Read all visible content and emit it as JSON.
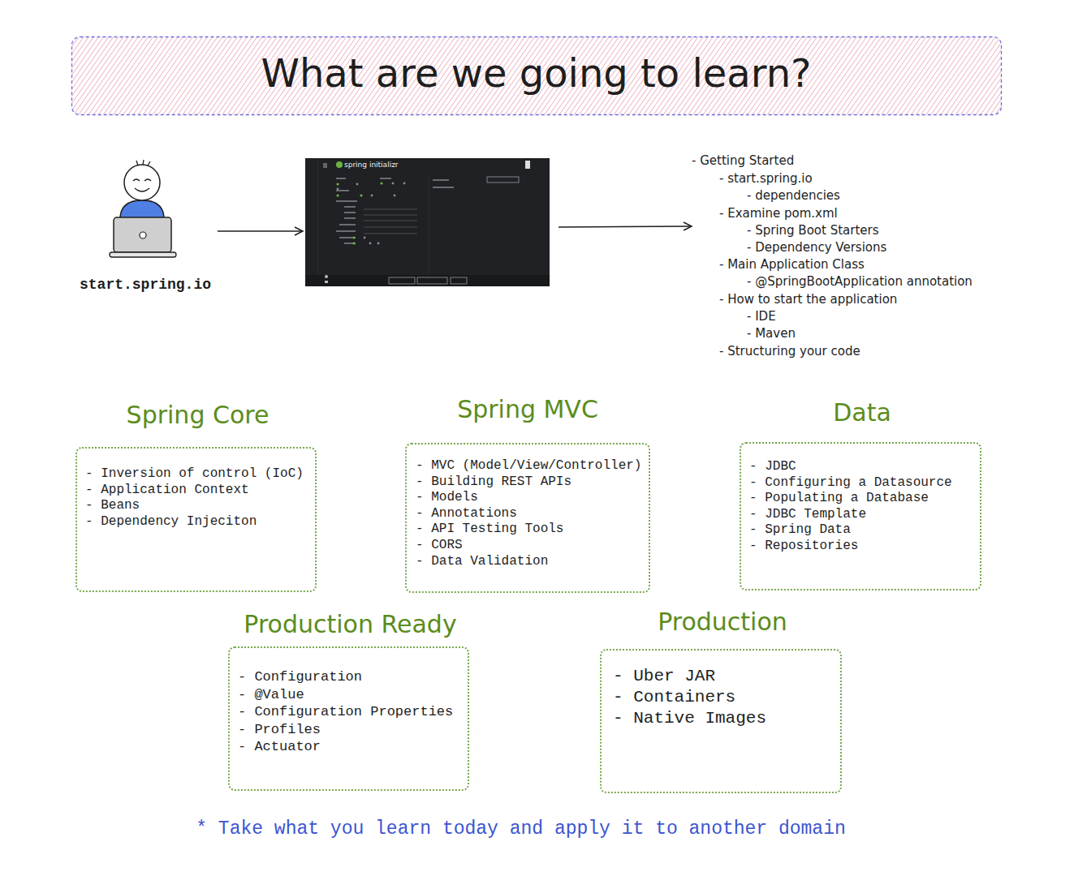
{
  "diagram": {
    "title": "What are we going to learn?",
    "caption": "* Take what you learn today and apply it to another domain",
    "nodes": [
      {
        "text": [
          "start.spring.io"
        ]
      },
      {
        "text": [
          "spring initializr"
        ]
      },
      {
        "text": [
          "Spring Core",
          "- Inversion of control (IoC)",
          "- Application Context",
          "- Beans",
          "- Dependency Injeciton"
        ]
      },
      {
        "text": [
          "Spring MVC",
          "- MVC (Model/View/Controller)",
          "- Building REST APIs",
          "- Models",
          "- Annotations",
          "- API Testing Tools",
          "- CORS",
          "- Data Validation"
        ]
      },
      {
        "text": [
          "Data",
          "- JDBC",
          "- Configuring a Datasource",
          "- Populating a Database",
          "- JDBC Template",
          "- Spring Data",
          "- Repositories"
        ]
      },
      {
        "text": [
          "Production Ready",
          "- Configuration",
          "- @Value",
          "- Configuration Properties",
          "- Profiles",
          "- Actuator"
        ]
      },
      {
        "text": [
          "Production",
          "- Uber JAR",
          "- Containers",
          "- Native Images"
        ]
      }
    ],
    "edges": [
      {
        "from": 0,
        "to": 1,
        "arrow": "to"
      }
    ],
    "labels": [
      "- Getting Started",
      "- start.spring.io",
      "- dependencies",
      "- Examine pom.xml",
      "- Spring Boot Starters",
      "- Dependency Versions",
      "- Main Application Class",
      "- @SpringBootApplication annotation",
      "- How to start the application",
      "- IDE",
      "- Maven",
      "- Structuring your code"
    ]
  }
}
